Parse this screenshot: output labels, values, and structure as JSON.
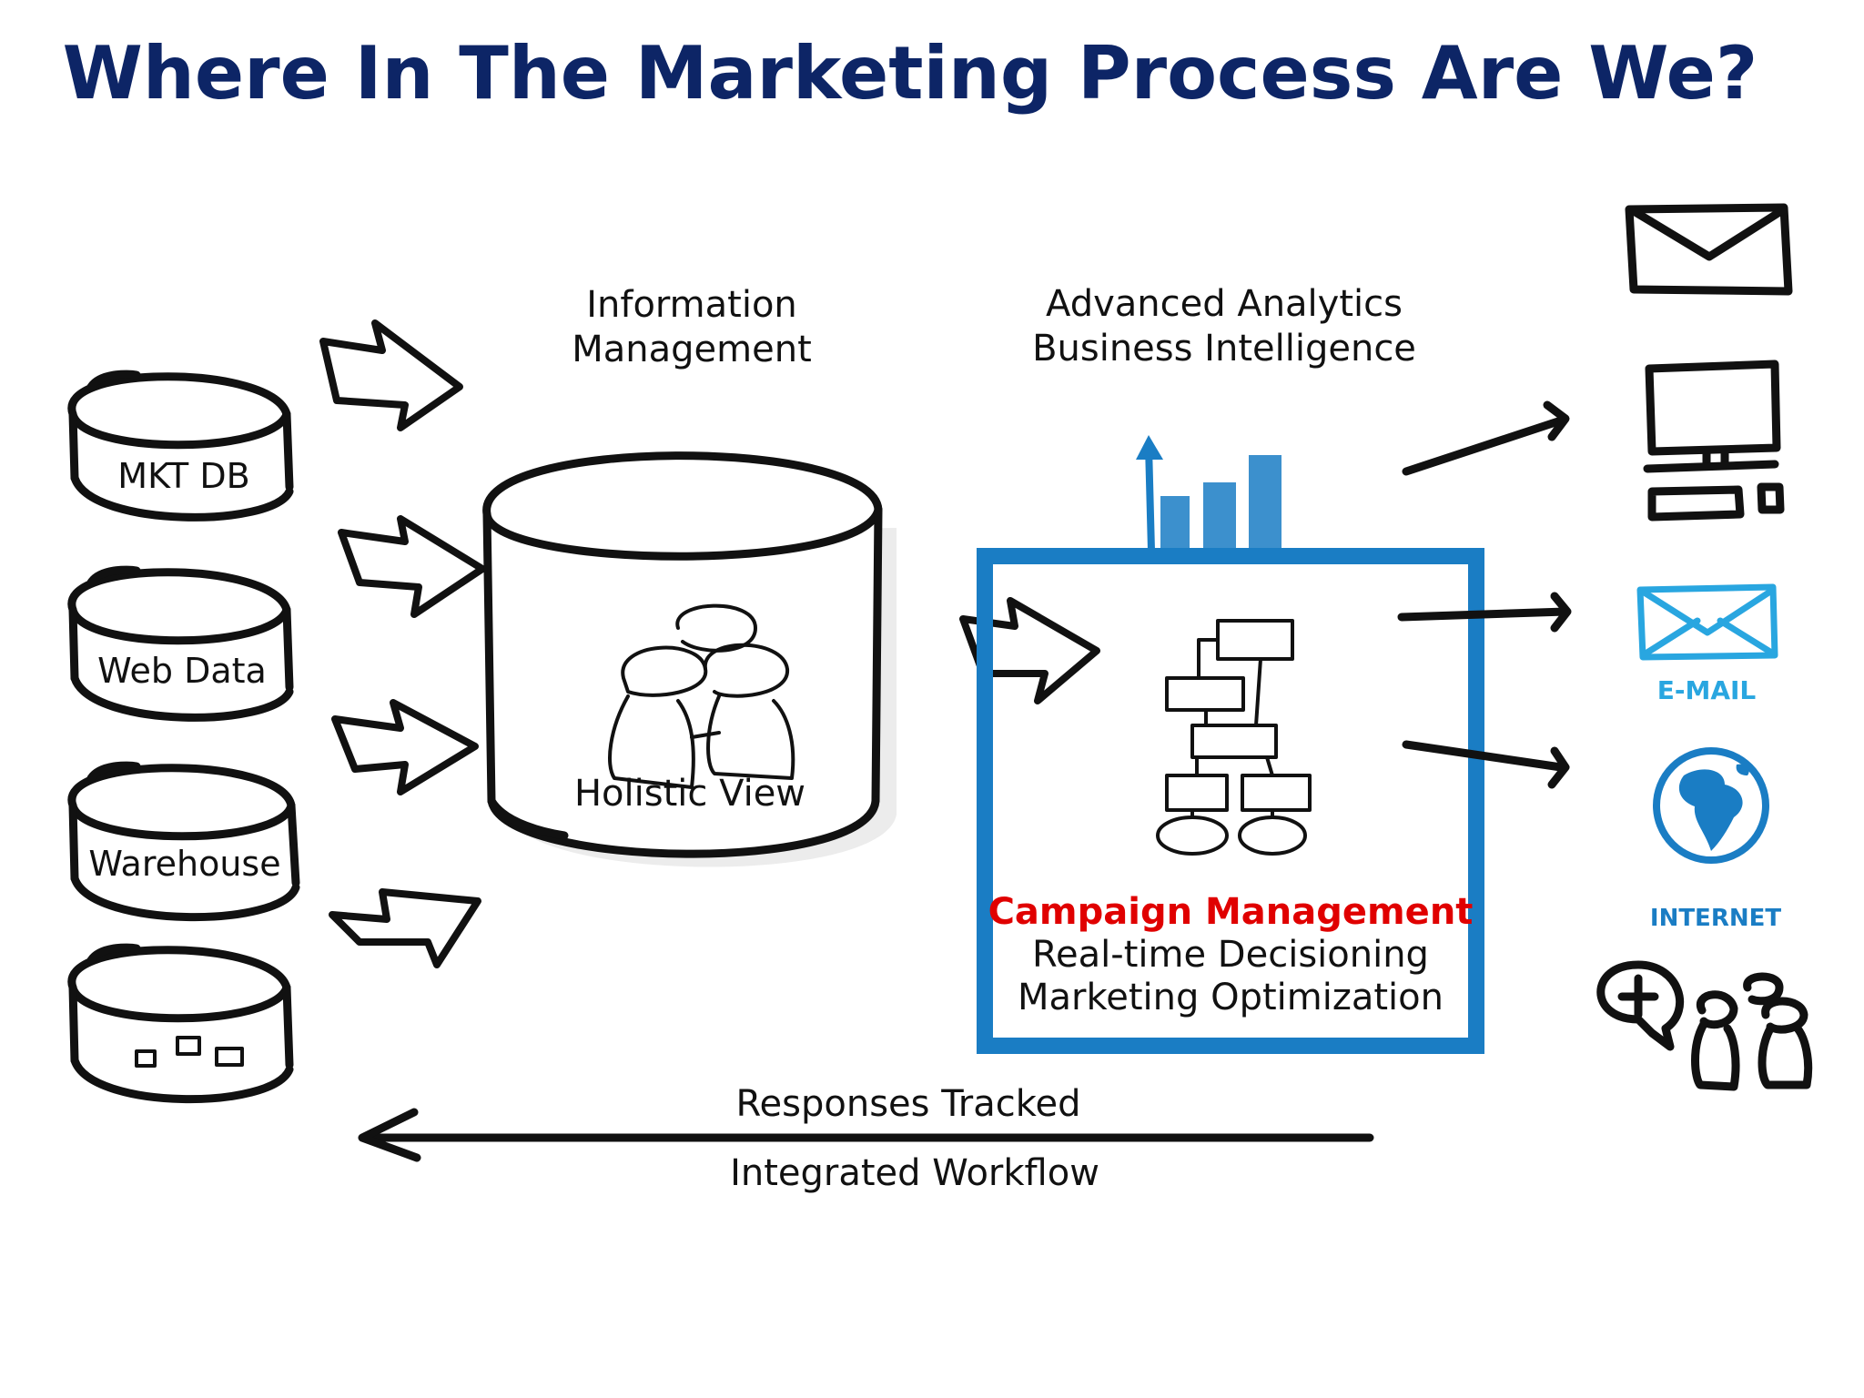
{
  "title": "Where In The Marketing Process Are We?",
  "sources": {
    "items": [
      {
        "label": "MKT DB"
      },
      {
        "label": "Web Data"
      },
      {
        "label": "Warehouse"
      },
      {
        "label": ""
      }
    ]
  },
  "information_management": {
    "line1": "Information",
    "line2": "Management"
  },
  "holistic_view": {
    "label": "Holistic View"
  },
  "analytics": {
    "line1": "Advanced Analytics",
    "line2": "Business Intelligence"
  },
  "campaign_box": {
    "highlight": "Campaign Management",
    "line2": "Real-time Decisioning",
    "line3": "Marketing Optimization"
  },
  "channels": {
    "email_label": "E-MAIL",
    "internet_label": "INTERNET"
  },
  "feedback": {
    "top": "Responses Tracked",
    "bottom": "Integrated Workflow"
  },
  "colors": {
    "title": "#0d2566",
    "blue": "#1a7dc4",
    "highlight_red": "#e00000",
    "ink": "#111111"
  }
}
